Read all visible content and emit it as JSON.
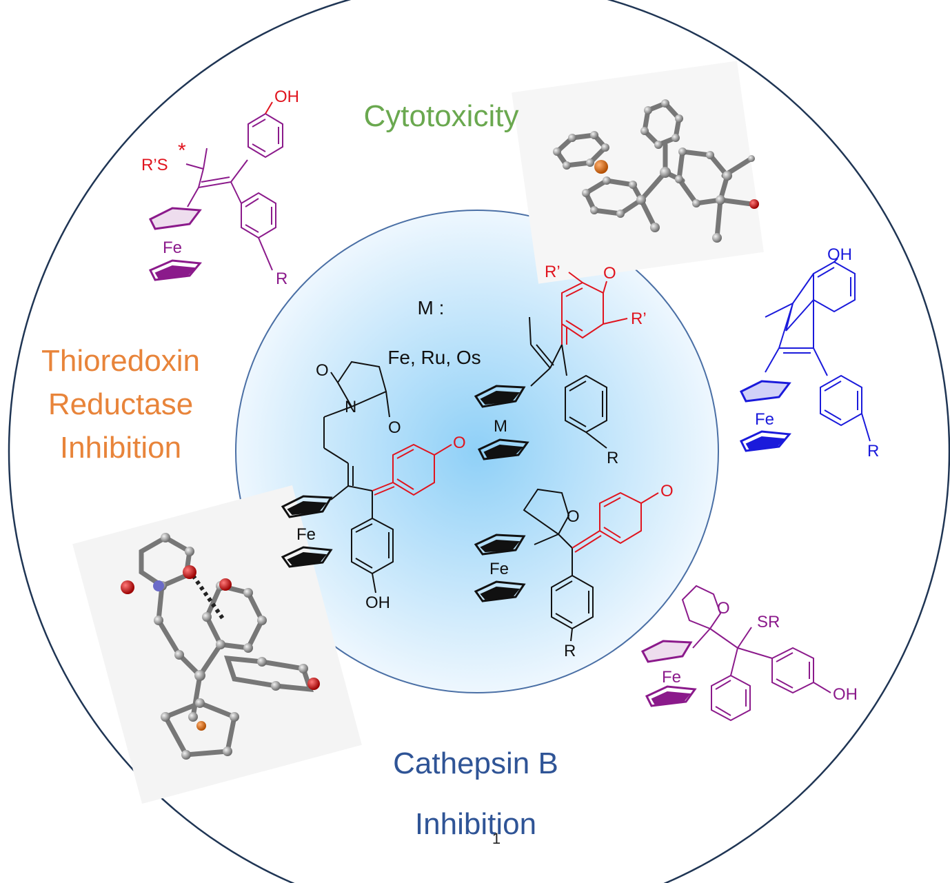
{
  "colors": {
    "outer_ring": "#1f3554",
    "inner_border": "#4a6fa5",
    "inner_glow": "#8fd0f7",
    "cytotoxicity": "#6aa84f",
    "thioredoxin": "#e8843a",
    "cathepsin": "#2f5496",
    "purple": "#8b1a8b",
    "blue": "#1a1adb",
    "red": "#e0141e",
    "black": "#111111"
  },
  "labels": {
    "cytotoxicity": "Cytotoxicity",
    "thioredoxin_line1": "Thioredoxin",
    "thioredoxin_line2": "Reductase",
    "thioredoxin_line3": "Inhibition",
    "cathepsin_line1": "Cathepsin B",
    "cathepsin_line2": "Inhibition",
    "page_number": "1"
  },
  "center": {
    "metal_label": "M :",
    "metals": "Fe, Ru, Os"
  },
  "atoms": {
    "oh": "OH",
    "r": "R",
    "r_prime": "R’",
    "rs_prime": "R’S",
    "stereo_star": "*",
    "sr": "SR",
    "fe": "Fe",
    "m": "M",
    "o": "O",
    "n": "N"
  }
}
